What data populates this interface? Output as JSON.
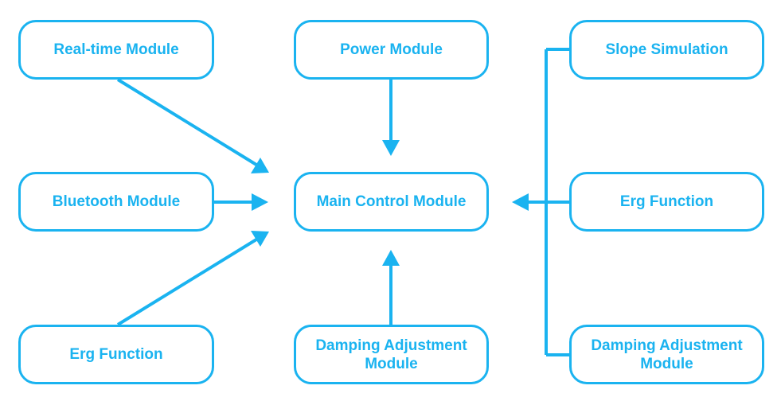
{
  "colors": {
    "accent": "#1ab3f0",
    "background": "#ffffff"
  },
  "nodes": {
    "realtime_module": "Real-time Module",
    "power_module": "Power Module",
    "slope_simulation": "Slope Simulation",
    "bluetooth_module": "Bluetooth Module",
    "main_control_module": "Main Control Module",
    "erg_function_right": "Erg  Function",
    "erg_function_left": "Erg  Function",
    "damping_adjustment_center": "Damping Adjustment\nModule",
    "damping_adjustment_right": "Damping Adjustment\nModule"
  },
  "connections": [
    {
      "from": "Real-time Module",
      "to": "Main Control Module"
    },
    {
      "from": "Bluetooth Module",
      "to": "Main Control Module"
    },
    {
      "from": "Erg  Function",
      "to": "Main Control Module"
    },
    {
      "from": "Power Module",
      "to": "Main Control Module"
    },
    {
      "from": "Damping Adjustment Module",
      "to": "Main Control Module"
    },
    {
      "from": "Slope Simulation",
      "to": "Main Control Module"
    },
    {
      "from": "Erg  Function",
      "to": "Main Control Module"
    },
    {
      "from": "Damping Adjustment Module",
      "to": "Main Control Module"
    }
  ]
}
